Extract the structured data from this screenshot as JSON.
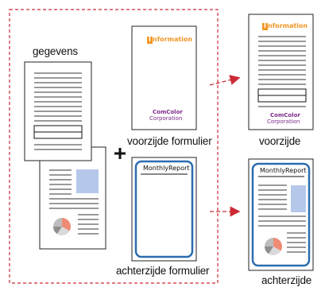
{
  "labels": {
    "data": "gegevens",
    "front_form": "voorzijde formulier",
    "back_form": "achterzijde formulier",
    "front": "voorzijde",
    "back": "achterzijde"
  },
  "form": {
    "header_letter": "I",
    "header_rest": "nformation",
    "company_line1": "ComColor",
    "company_line2": "Corporation",
    "report_title": "MonthlyReport"
  },
  "symbols": {
    "plus": "+"
  },
  "colors": {
    "dashed_border": "#cc2a36",
    "arrow": "#cc2a36",
    "info_orange": "#f29622",
    "company_purple": "#7b2a8a",
    "form_blue": "#2b6cb0",
    "image_block": "#b5c8ea",
    "pie_salmon": "#ef8a74",
    "pie_gray": "#8f8f8f",
    "text_line": "#9a9a9a"
  },
  "icons": [
    "plus-icon",
    "arrow-right-icon",
    "pie-chart-icon",
    "image-placeholder-icon"
  ]
}
